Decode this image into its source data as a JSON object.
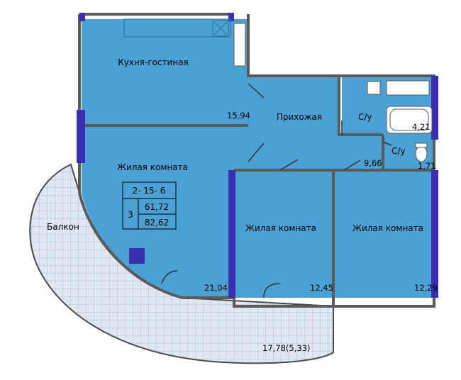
{
  "colors": {
    "room_fill": "#4ba0d4",
    "balcony_fill": "#dfe8f2",
    "balcony_grid": "#9fb4cc",
    "wall": "#5a5a5a",
    "window": "#3a2fb0",
    "fixture": "#ffffff"
  },
  "rooms": {
    "kitchen": {
      "name": "Кухня-гостиная",
      "area": "15,94"
    },
    "hallway": {
      "name": "Прихожая",
      "area": "9,66"
    },
    "bathroom1": {
      "name": "С/у",
      "area": "4,21"
    },
    "bathroom2": {
      "name": "С/у",
      "area": "1,71"
    },
    "living_room_1": {
      "name": "Жилая комната",
      "area": "21,04"
    },
    "living_room_2": {
      "name": "Жилая комната",
      "area": "12,45"
    },
    "living_room_3": {
      "name": "Жилая комната",
      "area": "12,29"
    },
    "balcony": {
      "name": "Балкон",
      "area": "17,78(5,33)"
    }
  },
  "apartment_info": {
    "code": "2- 15- 6",
    "rooms_count": "3",
    "living_area": "61,72",
    "total_area": "82,62"
  }
}
